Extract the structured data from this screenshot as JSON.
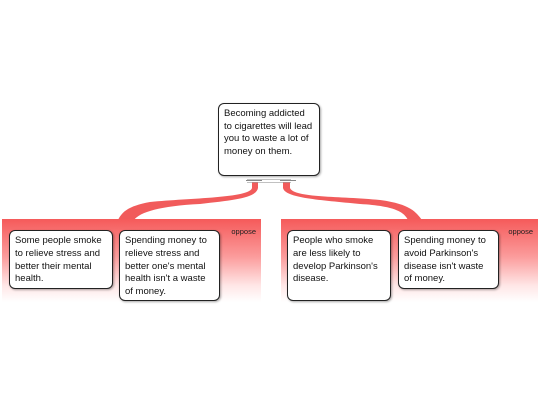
{
  "claim": {
    "text": "Becoming addicted to cigarettes will lead you to waste a lot of money on them."
  },
  "groups": [
    {
      "label": "oppose",
      "premises": [
        "Some people smoke to relieve stress and better their mental health.",
        "Spending money to relieve stress and better one's mental health isn't a waste of money."
      ]
    },
    {
      "label": "oppose",
      "premises": [
        "People who smoke are less likely to develop Parkinson's disease.",
        "Spending money to avoid Parkinson's disease isn't waste of money."
      ]
    }
  ],
  "colors": {
    "connector": "#f15b5b",
    "panel_top": "#f55a5a",
    "panel_bottom": "#ffffff"
  }
}
